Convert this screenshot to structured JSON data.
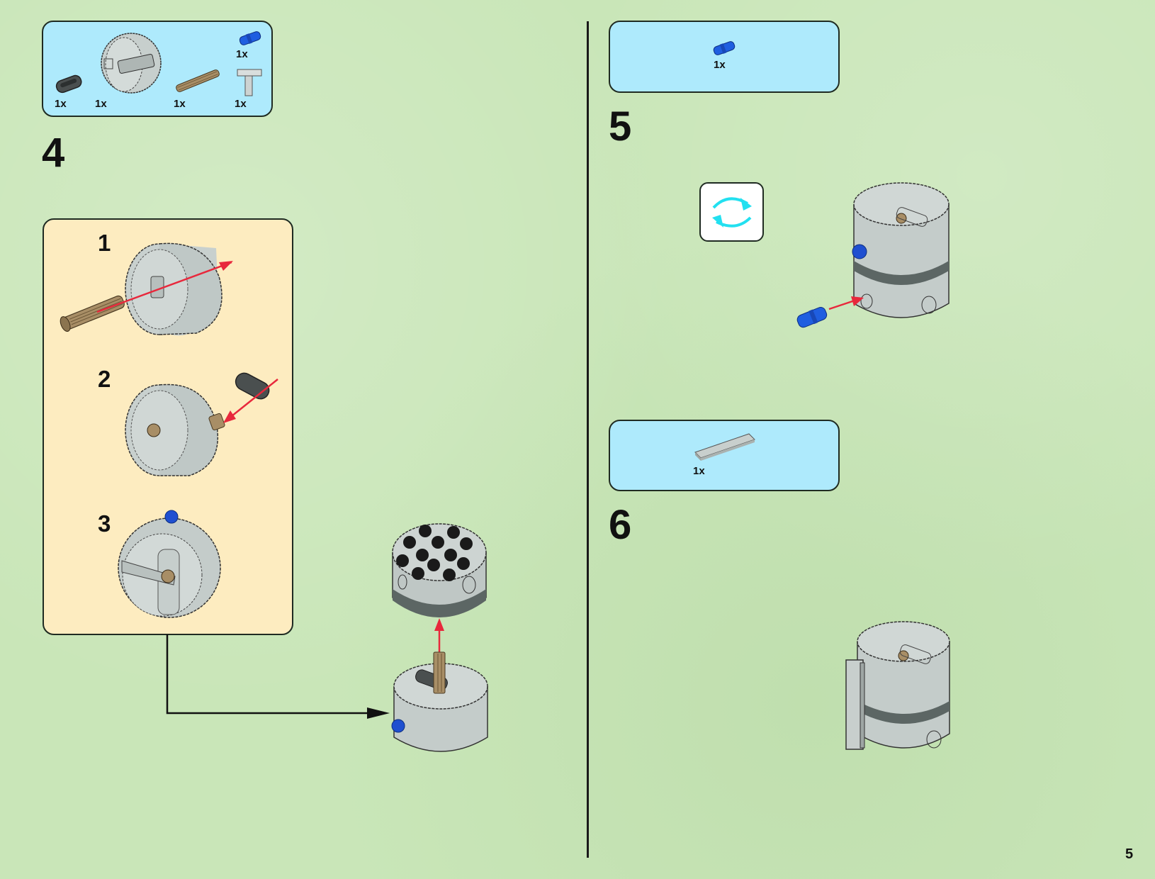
{
  "page": {
    "number": "5",
    "background_color": "#c9e6b8",
    "parts_box_color": "#aeeafc",
    "substep_panel_color": "#fdecc0",
    "arrow_color": "#e8283c",
    "rotate_icon_color": "#22e0f0"
  },
  "steps": [
    {
      "number": "4",
      "parts": [
        {
          "name": "dark-gray-technic-pin-connector",
          "qty": "1x"
        },
        {
          "name": "light-gray-round-drum",
          "qty": "1x"
        },
        {
          "name": "tan-technic-axle",
          "qty": "1x"
        },
        {
          "name": "blue-technic-pin",
          "qty": "1x"
        },
        {
          "name": "light-gray-lever",
          "qty": "1x"
        }
      ],
      "substeps": [
        {
          "number": "1"
        },
        {
          "number": "2"
        },
        {
          "number": "3"
        }
      ]
    },
    {
      "number": "5",
      "parts": [
        {
          "name": "blue-technic-pin",
          "qty": "1x"
        }
      ],
      "rotate_icon": "rotate-model-icon"
    },
    {
      "number": "6",
      "parts": [
        {
          "name": "light-gray-tile-plate",
          "qty": "1x"
        }
      ]
    }
  ]
}
